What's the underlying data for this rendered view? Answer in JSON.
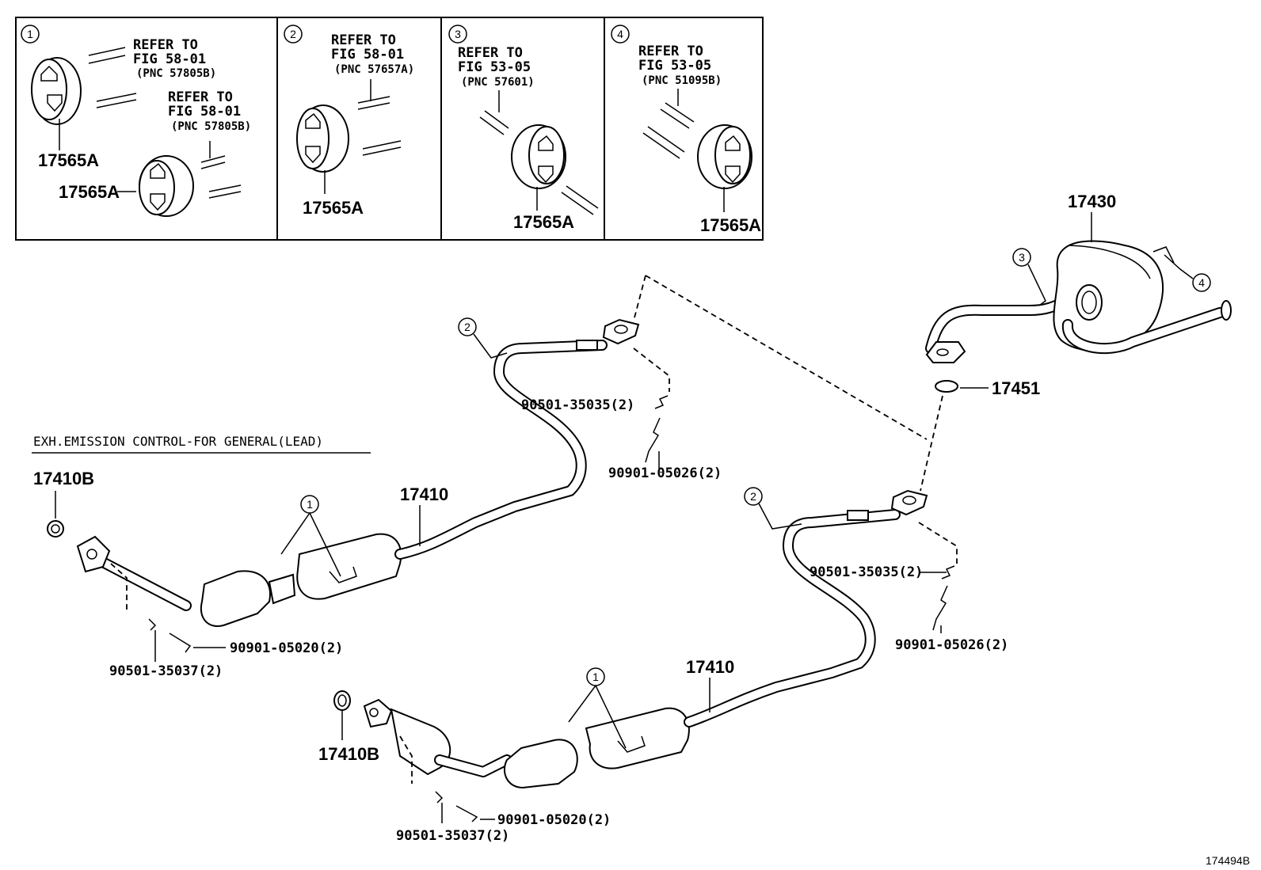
{
  "insets": [
    {
      "index": "1",
      "refs": [
        {
          "l1": "REFER TO",
          "l2": "FIG 58-01",
          "l3": "(PNC 57805B)"
        },
        {
          "l1": "REFER TO",
          "l2": "FIG 58-01",
          "l3": "(PNC 57805B)"
        }
      ],
      "parts": [
        "17565A",
        "17565A"
      ]
    },
    {
      "index": "2",
      "refs": [
        {
          "l1": "REFER TO",
          "l2": "FIG 58-01",
          "l3": "(PNC 57657A)"
        }
      ],
      "parts": [
        "17565A"
      ]
    },
    {
      "index": "3",
      "refs": [
        {
          "l1": "REFER TO",
          "l2": "FIG 53-05",
          "l3": "(PNC 57601)"
        }
      ],
      "parts": [
        "17565A"
      ]
    },
    {
      "index": "4",
      "refs": [
        {
          "l1": "REFER TO",
          "l2": "FIG 53-05",
          "l3": "(PNC 51095B)"
        }
      ],
      "parts": [
        "17565A"
      ]
    }
  ],
  "labels": {
    "p17430": "17430",
    "p17451": "17451",
    "p17410_a": "17410",
    "p17410_b": "17410",
    "p17410B_a": "17410B",
    "p17410B_b": "17410B",
    "spring_upper_a": "90501-35035(2)",
    "bolt_upper_a": "90901-05026(2)",
    "spring_upper_b": "90501-35035(2)",
    "bolt_upper_b": "90901-05026(2)",
    "bolt_lower_a": "90901-05020(2)",
    "spring_lower_a": "90501-35037(2)",
    "bolt_lower_b": "90901-05020(2)",
    "spring_lower_b": "90501-35037(2)",
    "caption": "EXH.EMISSION CONTROL-FOR GENERAL(LEAD)",
    "figure_id": "174494B"
  },
  "callouts": {
    "c1": "1",
    "c2": "2",
    "c3": "3",
    "c4": "4"
  }
}
